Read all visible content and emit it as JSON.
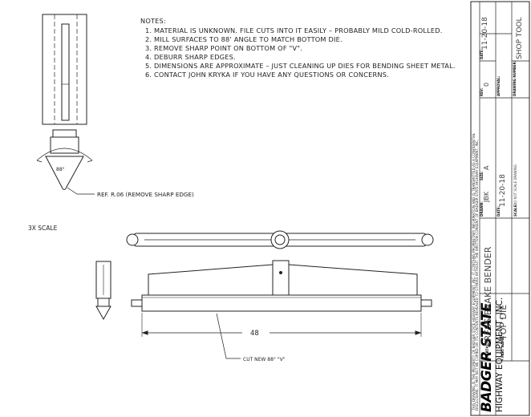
{
  "notes": {
    "heading": "NOTES:",
    "items": [
      "1. MATERIAL IS UNKNOWN. FILE CUTS INTO IT EASILY – PROBABLY MILD COLD-ROLLED.",
      "2. MILL SURFACES TO 88' ANGLE TO MATCH BOTTOM DIE.",
      "3. REMOVE SHARP POINT ON BOTTOM OF \"V\".",
      "4. DEBURR SHARP EDGES.",
      "5. DIMENSIONS ARE APPROXIMATE – JUST CLEANING UP DIES FOR BENDING SHEET METAL.",
      "6. CONTACT JOHN KRYKA IF YOU HAVE ANY QUESTIONS OR CONCERNS."
    ]
  },
  "drawing": {
    "angle_label": "88°",
    "ref_label": "REF. R.06 (REMOVE SHARP EDGE)",
    "scale_label": "3X SCALE",
    "length_dim": "48",
    "cut_label": "CUT NEW 88° \"V\""
  },
  "title_block": {
    "disclaimer_line1": "THIS DRAWING IS THE PROPERTY OF BADGER STATE HIGHWAY EQUIPMENT, INC. IT CONTAINS PROPRIETARY INFORMATION AND IS TRANSMITTED AS A CONFIDENTIAL",
    "disclaimer_line2": "DISCLOSURE. IT MAY NOT BE COPIED OR ITS CONTENTS REVEALED TO OTHERS WITHOUT THE WRITTEN CONSENT OF BADGER STATE HIGHWAY EQUIPMENT, INC.",
    "logo_text": "BADGER STATE",
    "company": "HIGHWAY EQUIPMENT, INC.",
    "part_no_label": "PART#:",
    "part_no": "PRESS BRAKE BENDER",
    "part_name_label": "PART NAME:",
    "part_name": "TOP DIE",
    "drawn_label": "DRAWN:",
    "drawn": "JBK",
    "size_label": "SIZE:",
    "size": "A",
    "date_label": "DATE:",
    "date": "11-20-18",
    "scale_label": "SCALE:",
    "scale": "DO NOT SCALE DRAWING",
    "rev_label": "REV:",
    "rev": "0",
    "date2_label": "DATE:",
    "date2": "11-20-18",
    "approval_label": "APPROVAL:",
    "approval": "",
    "drawing_number_label": "DRAWING NUMBER:",
    "drawing_number": "SHOP TOOL"
  }
}
